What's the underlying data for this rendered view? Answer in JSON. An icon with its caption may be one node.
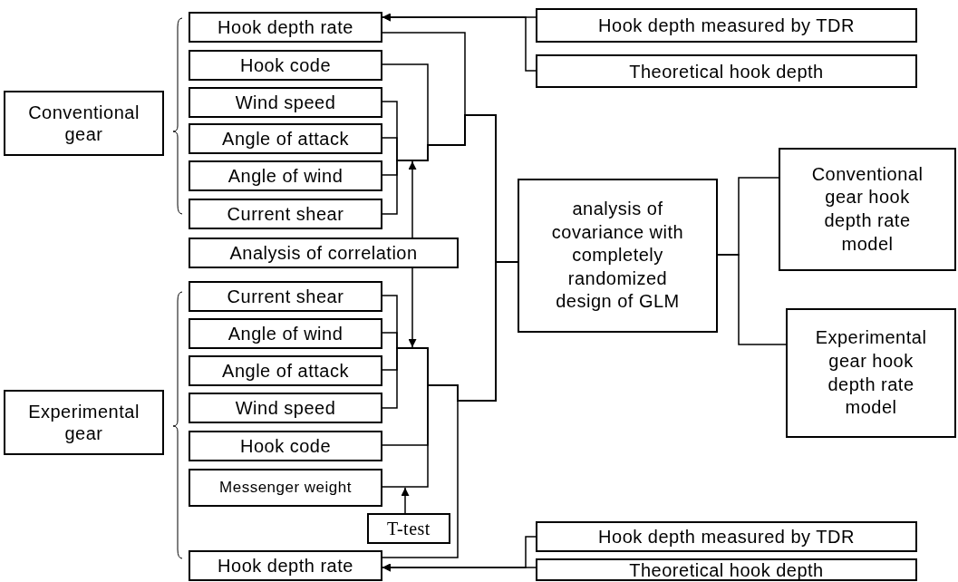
{
  "diagram": {
    "nodes": [
      {
        "text": [
          "Conventional gear"
        ]
      },
      {
        "text": [
          "Hook depth rate"
        ]
      },
      {
        "text": [
          "Hook code"
        ]
      },
      {
        "text": [
          "Wind speed"
        ]
      },
      {
        "text": [
          "Angle of attack"
        ]
      },
      {
        "text": [
          "Angle of wind"
        ]
      },
      {
        "text": [
          "Current shear"
        ]
      },
      {
        "text": [
          "Analysis of correlation"
        ]
      },
      {
        "text": [
          "Experimental gear"
        ]
      },
      {
        "text": [
          "Current shear"
        ]
      },
      {
        "text": [
          "Angle of wind"
        ]
      },
      {
        "text": [
          "Angle of attack"
        ]
      },
      {
        "text": [
          "Wind speed"
        ]
      },
      {
        "text": [
          "Hook code"
        ]
      },
      {
        "text": [
          "Messenger weight"
        ]
      },
      {
        "text": [
          "T-test"
        ]
      },
      {
        "text": [
          "Hook depth rate"
        ]
      },
      {
        "text": [
          "Hook depth measured by TDR"
        ]
      },
      {
        "text": [
          "Theoretical hook depth"
        ]
      },
      {
        "text": [
          "analysis of covariance with completely randomized design of GLM"
        ]
      },
      {
        "text": [
          "Conventional gear hook depth rate model"
        ]
      },
      {
        "text": [
          "Experimental gear hook depth rate model"
        ]
      },
      {
        "text": [
          "Hook depth measured by TDR"
        ]
      },
      {
        "text": [
          "Theoretical hook depth"
        ]
      }
    ],
    "edges": [
      {
        "from": 17,
        "to": 1,
        "arrow": "to"
      },
      {
        "from": 18,
        "to": 1,
        "arrow": "to"
      },
      {
        "from": 1,
        "to": 19,
        "arrow": "none"
      },
      {
        "from": 2,
        "to": 19,
        "arrow": "none"
      },
      {
        "from": 3,
        "to": 19,
        "arrow": "none"
      },
      {
        "from": 4,
        "to": 19,
        "arrow": "none"
      },
      {
        "from": 5,
        "to": 19,
        "arrow": "none"
      },
      {
        "from": 6,
        "to": 19,
        "arrow": "none"
      },
      {
        "from": 7,
        "to": null,
        "arrow": "to"
      },
      {
        "from": 7,
        "to": null,
        "arrow": "to"
      },
      {
        "from": 9,
        "to": 19,
        "arrow": "none"
      },
      {
        "from": 10,
        "to": 19,
        "arrow": "none"
      },
      {
        "from": 11,
        "to": 19,
        "arrow": "none"
      },
      {
        "from": 12,
        "to": 19,
        "arrow": "none"
      },
      {
        "from": 13,
        "to": 19,
        "arrow": "none"
      },
      {
        "from": 14,
        "to": 19,
        "arrow": "none"
      },
      {
        "from": 15,
        "to": 14,
        "arrow": "to"
      },
      {
        "from": 16,
        "to": 19,
        "arrow": "none"
      },
      {
        "from": 22,
        "to": 16,
        "arrow": "to"
      },
      {
        "from": 23,
        "to": 16,
        "arrow": "to"
      },
      {
        "from": 19,
        "to": 20,
        "arrow": "none"
      },
      {
        "from": 19,
        "to": 21,
        "arrow": "none"
      }
    ]
  }
}
